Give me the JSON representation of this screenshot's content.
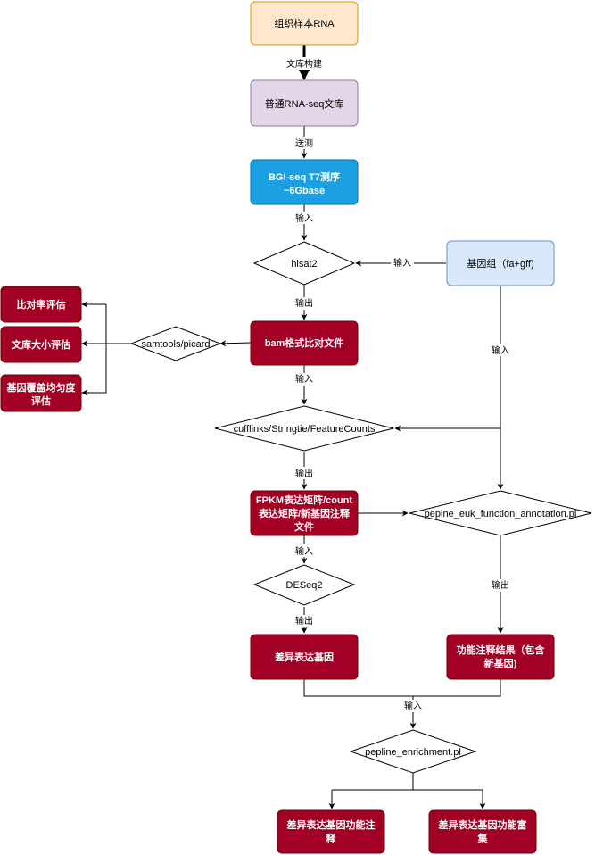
{
  "nodes": {
    "sample_rna": "组织样本RNA",
    "rnaseq_library": "普通RNA-seq文库",
    "bgiseq": [
      "BGI-seq T7测序",
      "~6Gbase"
    ],
    "hisat2": "hisat2",
    "genome": "基因组（fa+gff)",
    "bam": "bam格式比对文件",
    "samtools": "samtools/picard",
    "align_rate": "比对率评估",
    "library_size": "文库大小评估",
    "gene_coverage": [
      "基因覆盖均匀度",
      "评估"
    ],
    "quantifier": "cufflinks/Stringtie/FeatureCounts",
    "fpkm": [
      "FPKM表达矩阵/count",
      "表达矩阵/新基因注释",
      "文件"
    ],
    "annotation": "pepine_euk_function_annotation.pl",
    "deseq2": "DESeq2",
    "deg": "差异表达基因",
    "annotation_result": [
      "功能注释结果（包含",
      "新基因)"
    ],
    "enrichment": "pepline_enrichment.pl",
    "deg_annotation": [
      "差异表达基因功能注",
      "释"
    ],
    "deg_enrichment": [
      "差异表达基因功能富",
      "集"
    ]
  },
  "edge_labels": {
    "library_build": "文库构建",
    "sequencing": "送测",
    "input": "输入",
    "output": "输出"
  },
  "colors": {
    "sample_fill": "#ffe6cc",
    "sample_stroke": "#d79b00",
    "library_fill": "#e1d5e7",
    "library_stroke": "#9673a6",
    "seq_fill": "#1ba1e2",
    "seq_stroke": "#006eaf",
    "genome_fill": "#dae8fc",
    "genome_stroke": "#6c8ebf",
    "red_fill": "#a20025",
    "red_stroke": "#6f0000",
    "line": "#000000"
  }
}
